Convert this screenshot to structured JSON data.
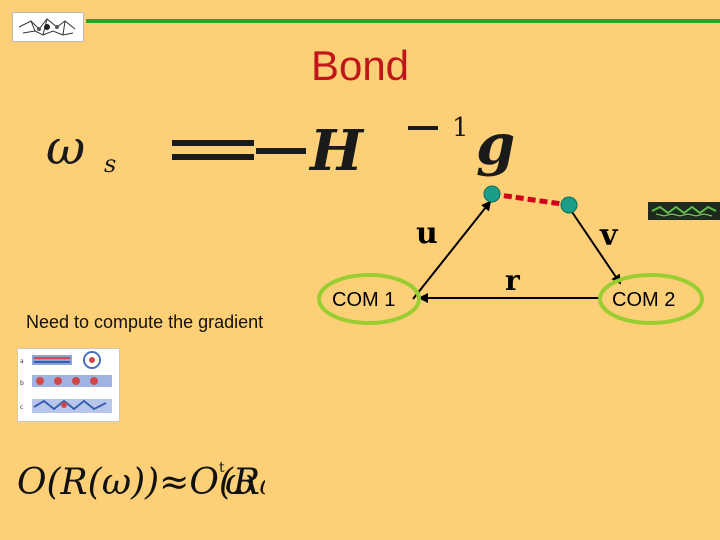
{
  "title": "Bond",
  "labels": {
    "u": "u",
    "v": "v",
    "r": "r",
    "com1": "COM 1",
    "com2": "COM 2"
  },
  "note": "Need to compute the gradient",
  "colors": {
    "background": "#fdd078",
    "title": "#c0151a",
    "rule": "#33a02c",
    "ring": "#9acd32",
    "node": "#1a9e8a",
    "bond": "#d0021b"
  }
}
